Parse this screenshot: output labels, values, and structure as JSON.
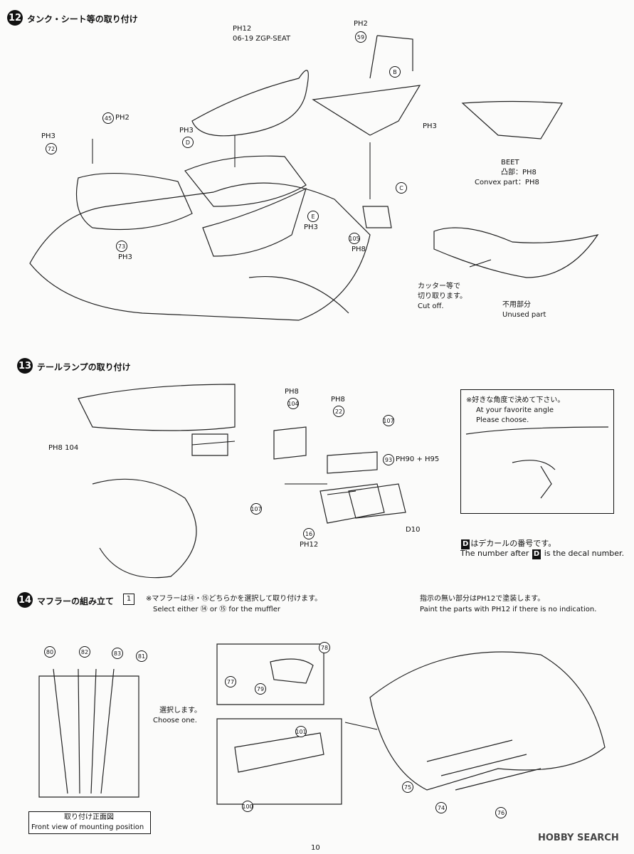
{
  "section12": {
    "number": "12",
    "title": "タンク・シート等の取り付け",
    "seat_paint": "PH12",
    "seat_name": "06-19 ZGP-SEAT",
    "labels": [
      {
        "id": "45",
        "text": "45",
        "paint": "PH2"
      },
      {
        "id": "72",
        "text": "72",
        "paint": "PH3"
      },
      {
        "id": "73",
        "text": "73",
        "paint": "PH3"
      },
      {
        "id": "59",
        "text": "59",
        "paint": "PH2"
      },
      {
        "id": "105",
        "text": "105",
        "paint": "PH8"
      }
    ],
    "letters": [
      "B",
      "C",
      "D",
      "E"
    ],
    "letter_paint_D": "PH3",
    "letter_paint_E": "PH3",
    "letter_paint_B": "PH3",
    "beet_label": "BEET",
    "beet_jp": "凸部：PH8",
    "beet_en": "Convex part：PH8",
    "cut_jp1": "カッター等で",
    "cut_jp2": "切り取ります。",
    "cut_en": "Cut off.",
    "unused_jp": "不用部分",
    "unused_en": "Unused part"
  },
  "section13": {
    "number": "13",
    "title": "テールランプの取り付け",
    "parts": [
      {
        "text": "104",
        "paint": "PH8"
      },
      {
        "text": "22",
        "paint": "PH8"
      },
      {
        "text": "107",
        "paint": ""
      },
      {
        "text": "93",
        "paint": "PH90 + H95"
      },
      {
        "text": "16",
        "paint": "PH12"
      }
    ],
    "left_label": "PH8 104",
    "decal": "D10",
    "angle_jp": "※好きな角度で決めて下さい。",
    "angle_en1": "At your favorite angle",
    "angle_en2": "Please choose.",
    "decal_note_jp": "はデカールの番号です。",
    "decal_note_en1": "The number after",
    "decal_note_en2": "is the decal number."
  },
  "section14": {
    "number": "14",
    "title": "マフラーの組み立て",
    "box_number": "1",
    "note_jp": "※マフラーは⑭・⑮どちらかを選択して取り付けます。",
    "note_en": "Select either ⑭ or ⑮ for the muffler",
    "paint_jp": "指示の無い部分はPH12で塗装します。",
    "paint_en": "Paint the parts with PH12 if there is no indication.",
    "pipes": [
      "80",
      "82",
      "83",
      "81"
    ],
    "choose_jp": "選択します。",
    "choose_en": "Choose one.",
    "opt1": [
      "78",
      "77",
      "79"
    ],
    "opt2": [
      "101",
      "100"
    ],
    "assembly": [
      "75",
      "74",
      "76"
    ],
    "front_jp": "取り付け正面図",
    "front_en": "Front view of mounting position"
  },
  "footer": {
    "page": "10",
    "watermark": "HOBBY SEARCH"
  }
}
